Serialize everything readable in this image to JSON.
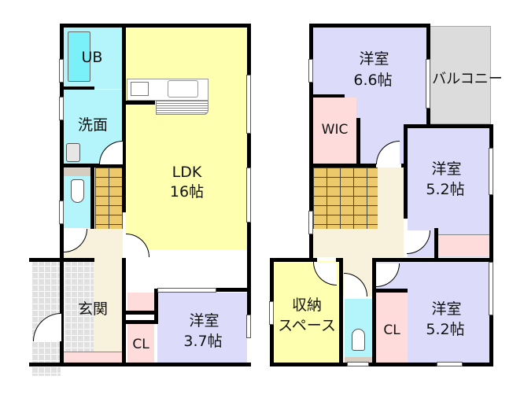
{
  "floor1": {
    "rooms": {
      "ub": {
        "label": "UB"
      },
      "washroom": {
        "label": "洗面"
      },
      "ldk": {
        "label": "LDK",
        "size": "16帖"
      },
      "entrance": {
        "label": "玄関"
      },
      "western_room": {
        "label": "洋室",
        "size": "3.7帖"
      },
      "closet": {
        "label": "CL"
      }
    }
  },
  "floor2": {
    "rooms": {
      "western_room_a": {
        "label": "洋室",
        "size": "6.6帖"
      },
      "balcony": {
        "label": "バルコニー"
      },
      "wic": {
        "label": "WIC"
      },
      "western_room_b": {
        "label": "洋室",
        "size": "5.2帖"
      },
      "storage": {
        "label": "収納",
        "label2": "スペース"
      },
      "closet": {
        "label": "CL"
      },
      "western_room_c": {
        "label": "洋室",
        "size": "5.2帖"
      }
    }
  },
  "colors": {
    "wet_area": "#b3f5fa",
    "ldk": "#ffffb0",
    "western": "#dcdcfa",
    "closet": "#ffdcdc",
    "hall": "#f8f1dc",
    "balcony": "#dcdcdc",
    "stairs": "#ecc96a",
    "storage": "#ffffb0"
  }
}
